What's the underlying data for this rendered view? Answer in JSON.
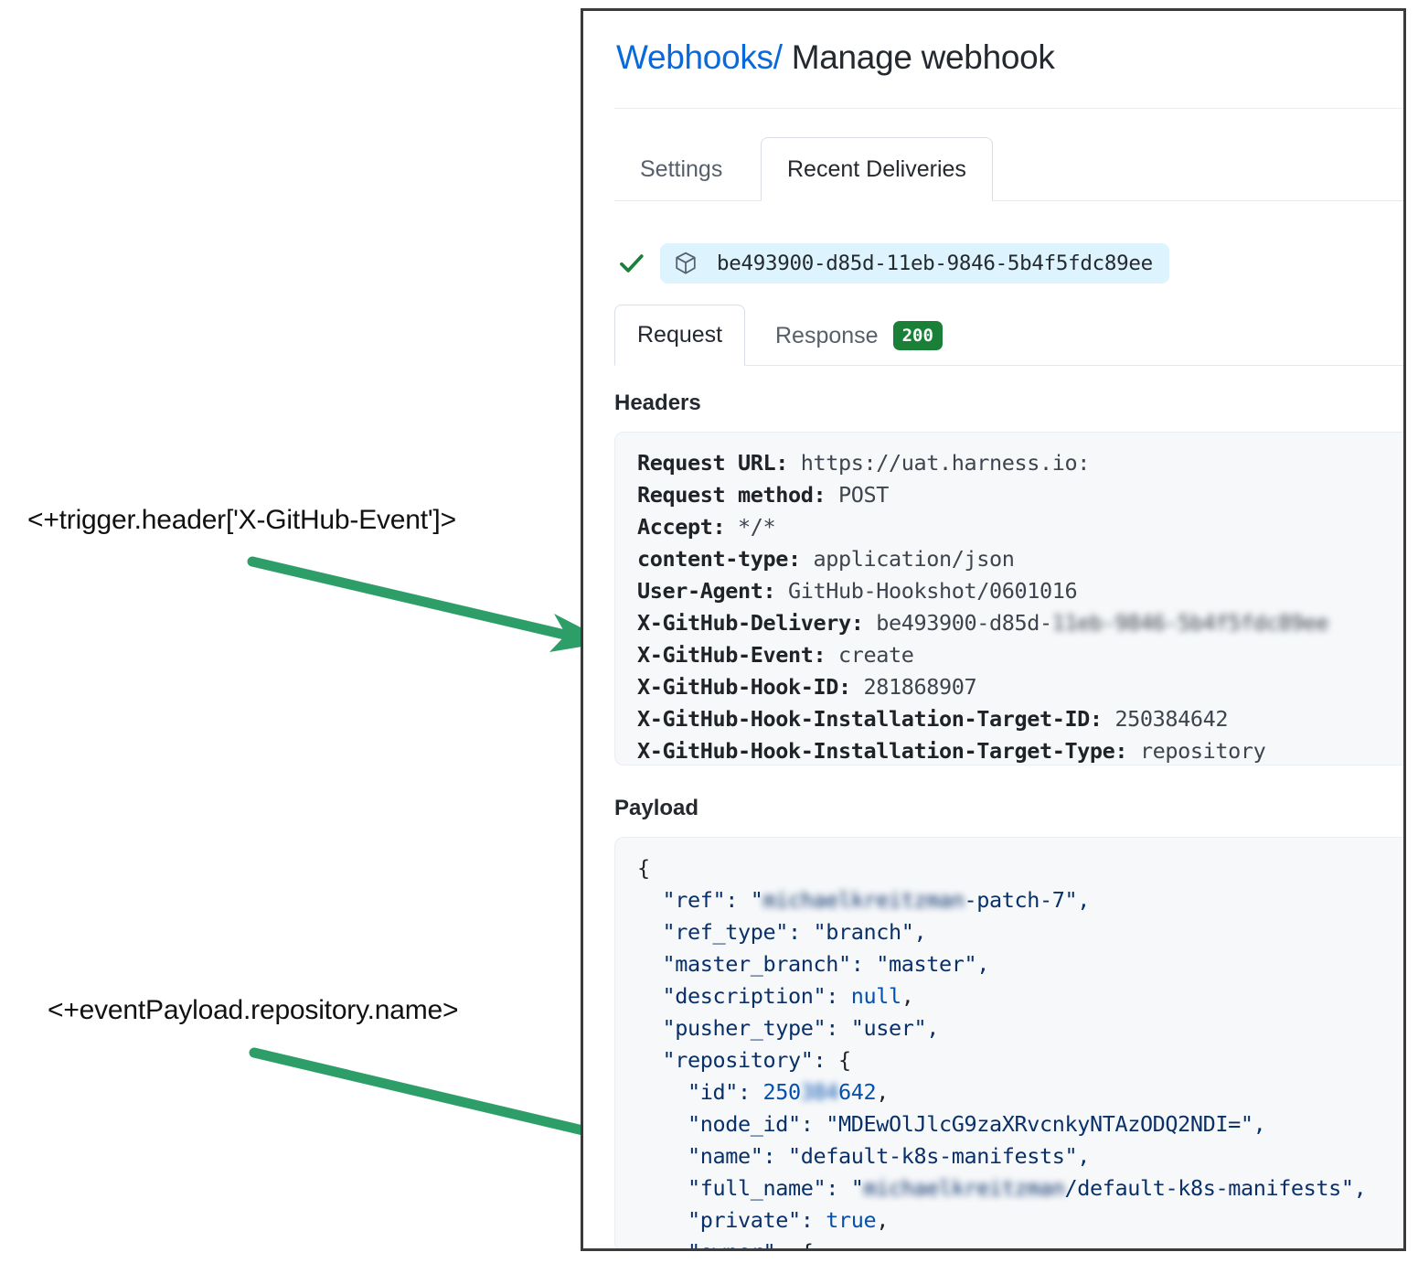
{
  "annotations": {
    "arrow_color": "#2e9e68",
    "items": [
      {
        "name": "header-expression",
        "text": "<+trigger.header['X-GitHub-Event']>"
      },
      {
        "name": "payload-expression",
        "text": "<+eventPayload.repository.name>"
      }
    ]
  },
  "card": {
    "title": {
      "link": "Webhooks",
      "separator": "/",
      "current": "Manage webhook"
    },
    "link_color": "#0969da",
    "primary_tabs": [
      {
        "label": "Settings",
        "active": false
      },
      {
        "label": "Recent Deliveries",
        "active": true
      }
    ],
    "delivery": {
      "status_icon": "check-icon",
      "status_color": "#1a7f37",
      "package_icon": "package-cube-icon",
      "id": "be493900-d85d-11eb-9846-5b4f5fdc89ee",
      "pill_background": "#ddf4ff"
    },
    "sub_tabs": [
      {
        "label": "Request",
        "active": true,
        "badge": null
      },
      {
        "label": "Response",
        "active": false,
        "badge": "200",
        "badge_color": "#1a7f37"
      }
    ],
    "headers_section": {
      "heading": "Headers",
      "lines": [
        {
          "key": "Request URL:",
          "value": "https://uat.harness.io:",
          "redacted": ""
        },
        {
          "key": "Request method:",
          "value": "POST",
          "redacted": ""
        },
        {
          "key": "Accept:",
          "value": "*/*",
          "redacted": ""
        },
        {
          "key": "content-type:",
          "value": "application/json",
          "redacted": ""
        },
        {
          "key": "User-Agent:",
          "value": "GitHub-Hookshot/0601016",
          "redacted": ""
        },
        {
          "key": "X-GitHub-Delivery:",
          "value": "be493900-d85d-",
          "redacted": "11eb-9846-5b4f5fdc89ee"
        },
        {
          "key": "X-GitHub-Event:",
          "value": "create",
          "redacted": ""
        },
        {
          "key": "X-GitHub-Hook-ID:",
          "value": "281868907",
          "redacted": ""
        },
        {
          "key": "X-GitHub-Hook-Installation-Target-ID:",
          "value": "250384642",
          "redacted": ""
        },
        {
          "key": "X-GitHub-Hook-Installation-Target-Type:",
          "value": "repository",
          "redacted": ""
        }
      ]
    },
    "payload_section": {
      "heading": "Payload",
      "lines": [
        {
          "indent": 0,
          "text": "{"
        },
        {
          "indent": 1,
          "key": "\"ref\":",
          "redacted": "michaelkreitzman",
          "value": "-patch-7\",",
          "prefix": " \""
        },
        {
          "indent": 1,
          "key": "\"ref_type\":",
          "value": " \"branch\","
        },
        {
          "indent": 1,
          "key": "\"master_branch\":",
          "value": " \"master\","
        },
        {
          "indent": 1,
          "key": "\"description\":",
          "literal": " null",
          "value": ","
        },
        {
          "indent": 1,
          "key": "\"pusher_type\":",
          "value": " \"user\","
        },
        {
          "indent": 1,
          "key": "\"repository\":",
          "value": " {"
        },
        {
          "indent": 2,
          "key": "\"id\":",
          "num_prefix": " 250",
          "redacted": "384",
          "num_suffix": "642",
          "value": ","
        },
        {
          "indent": 2,
          "key": "\"node_id\":",
          "value": " \"MDEwOlJlcG9zaXRvcnkyNTAzODQ2NDI=\","
        },
        {
          "indent": 2,
          "key": "\"name\":",
          "value": " \"default-k8s-manifests\","
        },
        {
          "indent": 2,
          "key": "\"full_name\":",
          "redacted": "michaelkreitzman",
          "value": "/default-k8s-manifests\",",
          "prefix": " \""
        },
        {
          "indent": 2,
          "key": "\"private\":",
          "literal": " true",
          "value": ","
        },
        {
          "indent": 2,
          "key": "\"owner\":",
          "value": " {"
        }
      ]
    }
  }
}
